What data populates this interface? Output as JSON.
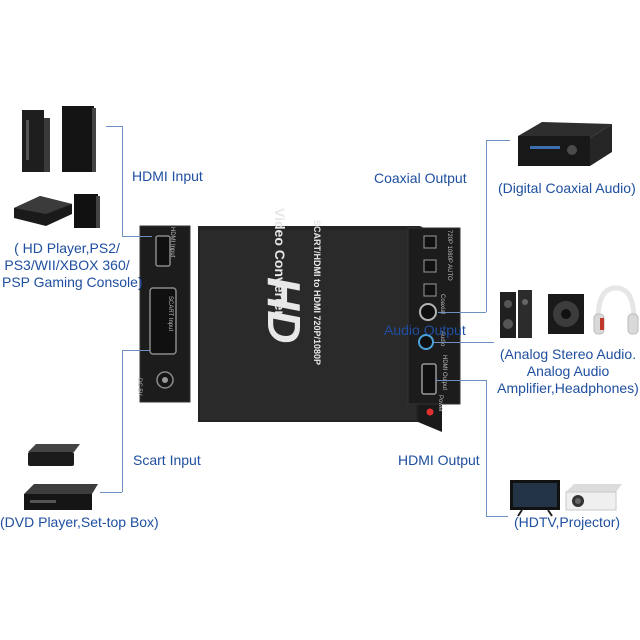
{
  "converter": {
    "logo": "HD",
    "title": "Video Converter",
    "subtitle": "SCART/HDMI to HDMI 720P/1080P",
    "ports": {
      "hdmi_input": "HDMI Input",
      "scart_input": "SCART Input",
      "dc": "DC 5V",
      "coaxial": "Coaxial",
      "audio": "Audio",
      "hdmi_output": "HDMI Output",
      "power": "Power",
      "res_switch": "720P 1080P AUTO"
    }
  },
  "labels": {
    "hdmi_input": "HDMI Input",
    "hdmi_input_devices": [
      "( HD Player,PS2/",
      "PS3/WII/XBOX 360/",
      "PSP Gaming Console)"
    ],
    "scart_input": "Scart Input",
    "scart_input_devices": "(DVD Player,Set-top Box)",
    "coaxial_output": "Coaxial Output",
    "coaxial_output_devices": "(Digital Coaxial Audio)",
    "audio_output": "Audio Output",
    "audio_output_devices": [
      "(Analog Stereo Audio.",
      "Analog Audio",
      "Amplifier,Headphones)"
    ],
    "hdmi_output": "HDMI Output",
    "hdmi_output_devices": "(HDTV,Projector)"
  },
  "colors": {
    "label_text": "#1f4fa0",
    "connector_line": "#6f8fc0",
    "device_body": "#2b2b2b",
    "panel": "#1c1c1c"
  }
}
